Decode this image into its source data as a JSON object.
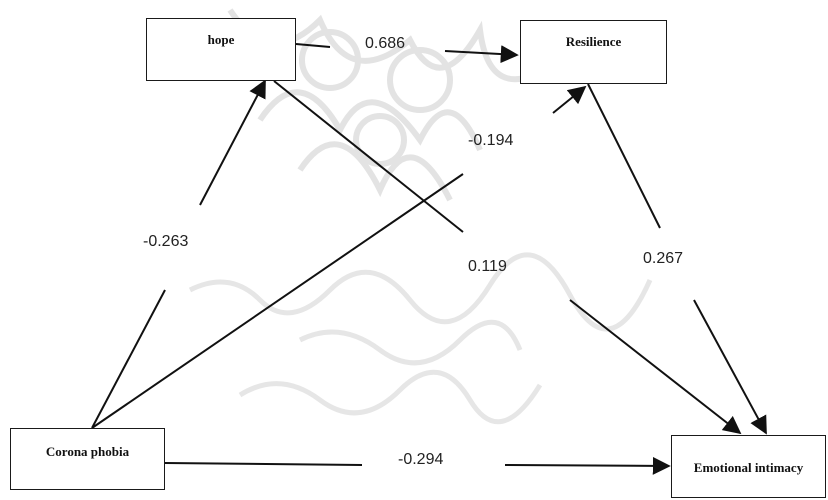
{
  "nodes": {
    "hope": "hope",
    "resilience": "Resilience",
    "corona_phobia": "Corona phobia",
    "emotional_intimacy": "Emotional intimacy"
  },
  "paths": {
    "hope_to_resilience": "0.686",
    "corona_phobia_to_resilience": "-0.194",
    "corona_phobia_to_hope": "-0.263",
    "hope_to_emotional_intimacy": "0.119",
    "resilience_to_emotional_intimacy": "0.267",
    "corona_phobia_to_emotional_intimacy": "-0.294"
  },
  "colors": {
    "line": "#111111",
    "watermark": "#e3e3e3"
  }
}
